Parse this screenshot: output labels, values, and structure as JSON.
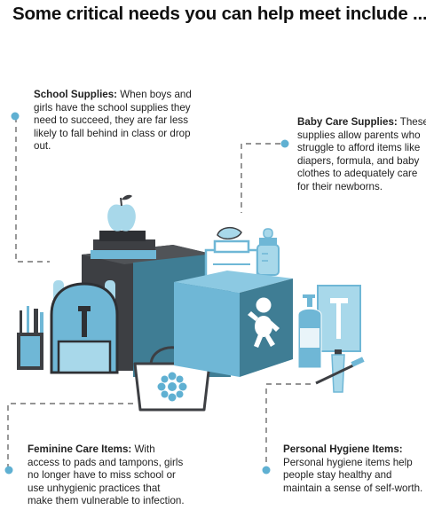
{
  "title": "Some critical needs you can help meet include ...",
  "colors": {
    "dark_gray": "#3d3f43",
    "teal_dark": "#3f7d94",
    "blue_mid": "#6fb7d6",
    "blue_light": "#a8d8ea",
    "accent": "#5fb0d2"
  },
  "items": {
    "school": {
      "heading": "School Supplies:",
      "text": " When boys and girls have the school supplies they need to succeed, they are far less likely to fall behind in class or drop out.",
      "icon": "backpack-icon"
    },
    "baby": {
      "heading": "Baby Care Supplies:",
      "text": " These supplies allow parents who struggle to afford items like diapers, formula, and baby clothes to adequately care for their newborns.",
      "icon": "baby-icon"
    },
    "feminine": {
      "heading": "Feminine Care Items:",
      "text": " With access to pads and tampons, girls no longer have to miss school or use unhygienic practices that make them vulnerable to infection.",
      "icon": "purse-icon"
    },
    "hygiene": {
      "heading": "Personal Hygiene Items:",
      "text": " Personal hygiene items help people stay healthy and maintain a sense of self-worth.",
      "icon": "soap-icon"
    }
  }
}
